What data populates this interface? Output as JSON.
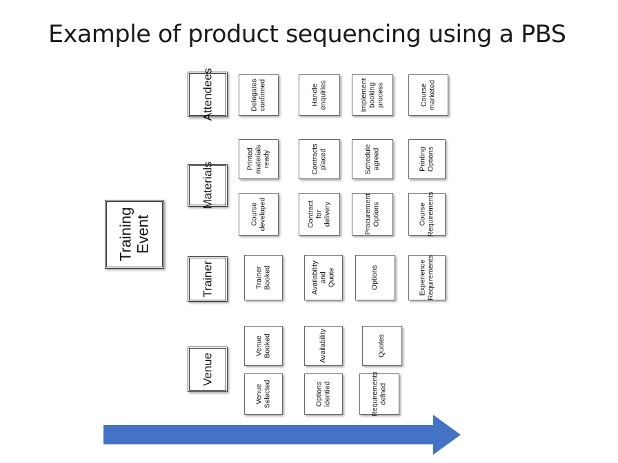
{
  "title": "Example of product sequencing using a PBS",
  "colors": {
    "arrow": "#4472c4",
    "box_border": "#6b6b6b"
  },
  "root": {
    "label": "Training\nEvent"
  },
  "categories": {
    "attendees": "Attendees",
    "materials": "Materials",
    "trainer": "Trainer",
    "venue": "Venue"
  },
  "items": {
    "delegates_confirmed": "Delegates\nconfirmed",
    "handle_enquiries": "Handle\nenquiries",
    "implement_booking": "Implement\nbooking\nprocess",
    "course_marketed": "Course\nmarketed",
    "printed_materials": "Printed\nmaterials\nready",
    "contracts_placed": "Contracts\nplaced",
    "schedule_agreed": "Schedule\nagreed",
    "printing_options": "Printing\nOptions",
    "course_developed": "Course\ndeveloped",
    "contract_delivery": "Contract for\ndelivery",
    "procurement_options": "Procurement\nOptions",
    "course_requirements": "Course\nRequirements",
    "trainer_booked": "Trainer Booked",
    "availability_quote": "Availability and\nQuote",
    "trainer_options": "Options",
    "experience_requirements": "Experience\nRequirements",
    "venue_booked": "Venue Booked",
    "venue_availability": "Availability",
    "quotes": "Quotes",
    "venue_selected": "Venue\nSelected",
    "options_identified": "Options\nidentied",
    "requirements_defined": "Requirements\ndefned"
  }
}
